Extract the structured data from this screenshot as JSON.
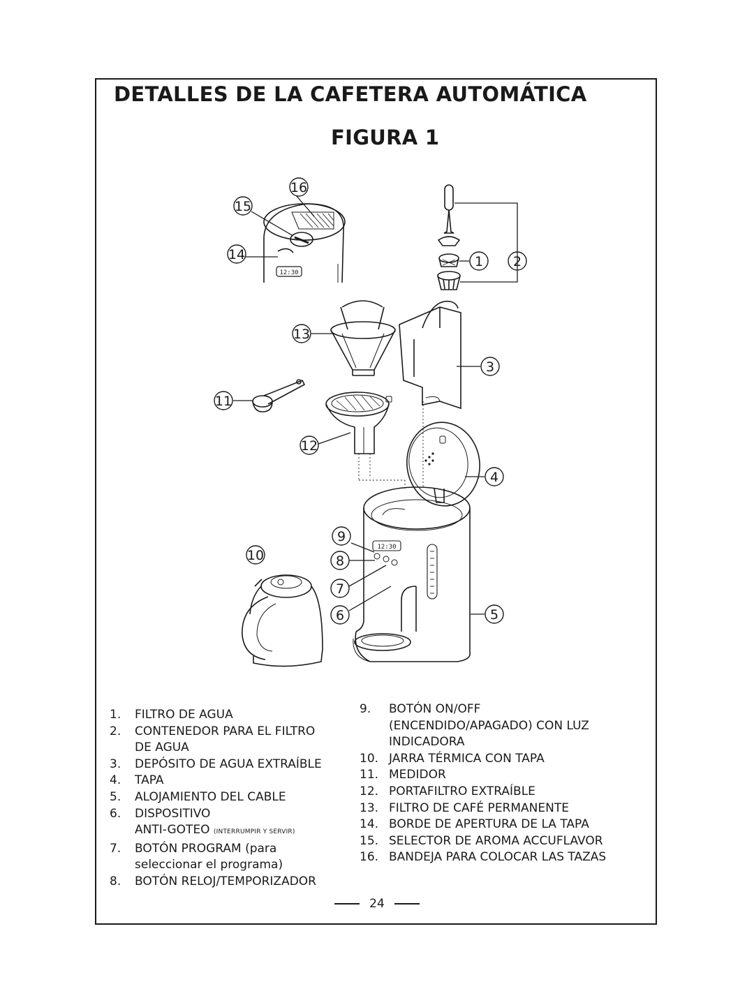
{
  "document": {
    "title": "DETALLES DE LA CAFETERA AUTOMÁTICA",
    "figure_label": "FIGURA 1",
    "page_number": "24"
  },
  "callouts": [
    "1",
    "2",
    "3",
    "4",
    "5",
    "6",
    "7",
    "8",
    "9",
    "10",
    "11",
    "12",
    "13",
    "14",
    "15",
    "16"
  ],
  "display_readout": "12:30",
  "legend_left": [
    {
      "num": "1.",
      "lines": [
        "FILTRO DE AGUA"
      ]
    },
    {
      "num": "2.",
      "lines": [
        "CONTENEDOR PARA EL FILTRO",
        "DE AGUA"
      ]
    },
    {
      "num": "3.",
      "lines": [
        "DEPÓSITO DE AGUA EXTRAÍBLE"
      ]
    },
    {
      "num": "4.",
      "lines": [
        "TAPA"
      ]
    },
    {
      "num": "5.",
      "lines": [
        "ALOJAMIENTO DEL CABLE"
      ]
    },
    {
      "num": "6.",
      "lines": [
        "DISPOSITIVO",
        "ANTI-GOTEO"
      ],
      "small": "(INTERRUMPIR Y SERVIR)"
    },
    {
      "num": "7.",
      "lines": [
        "BOTÓN PROGRAM (para",
        "seleccionar el programa)"
      ]
    },
    {
      "num": "8.",
      "lines": [
        "BOTÓN RELOJ/TEMPORIZADOR"
      ]
    }
  ],
  "legend_right": [
    {
      "num": "9.",
      "lines": [
        "BOTÓN ON/OFF",
        "(ENCENDIDO/APAGADO) CON LUZ",
        "INDICADORA"
      ]
    },
    {
      "num": "10.",
      "lines": [
        "JARRA TÉRMICA CON TAPA"
      ]
    },
    {
      "num": "11.",
      "lines": [
        "MEDIDOR"
      ]
    },
    {
      "num": "12.",
      "lines": [
        "PORTAFILTRO EXTRAÍBLE"
      ]
    },
    {
      "num": "13.",
      "lines": [
        "FILTRO DE CAFÉ PERMANENTE"
      ]
    },
    {
      "num": "14.",
      "lines": [
        "BORDE DE APERTURA DE LA TAPA"
      ]
    },
    {
      "num": "15.",
      "lines": [
        "SELECTOR DE AROMA ACCUFLAVOR"
      ]
    },
    {
      "num": "16.",
      "lines": [
        "BANDEJA PARA COLOCAR LAS TAZAS"
      ]
    }
  ]
}
